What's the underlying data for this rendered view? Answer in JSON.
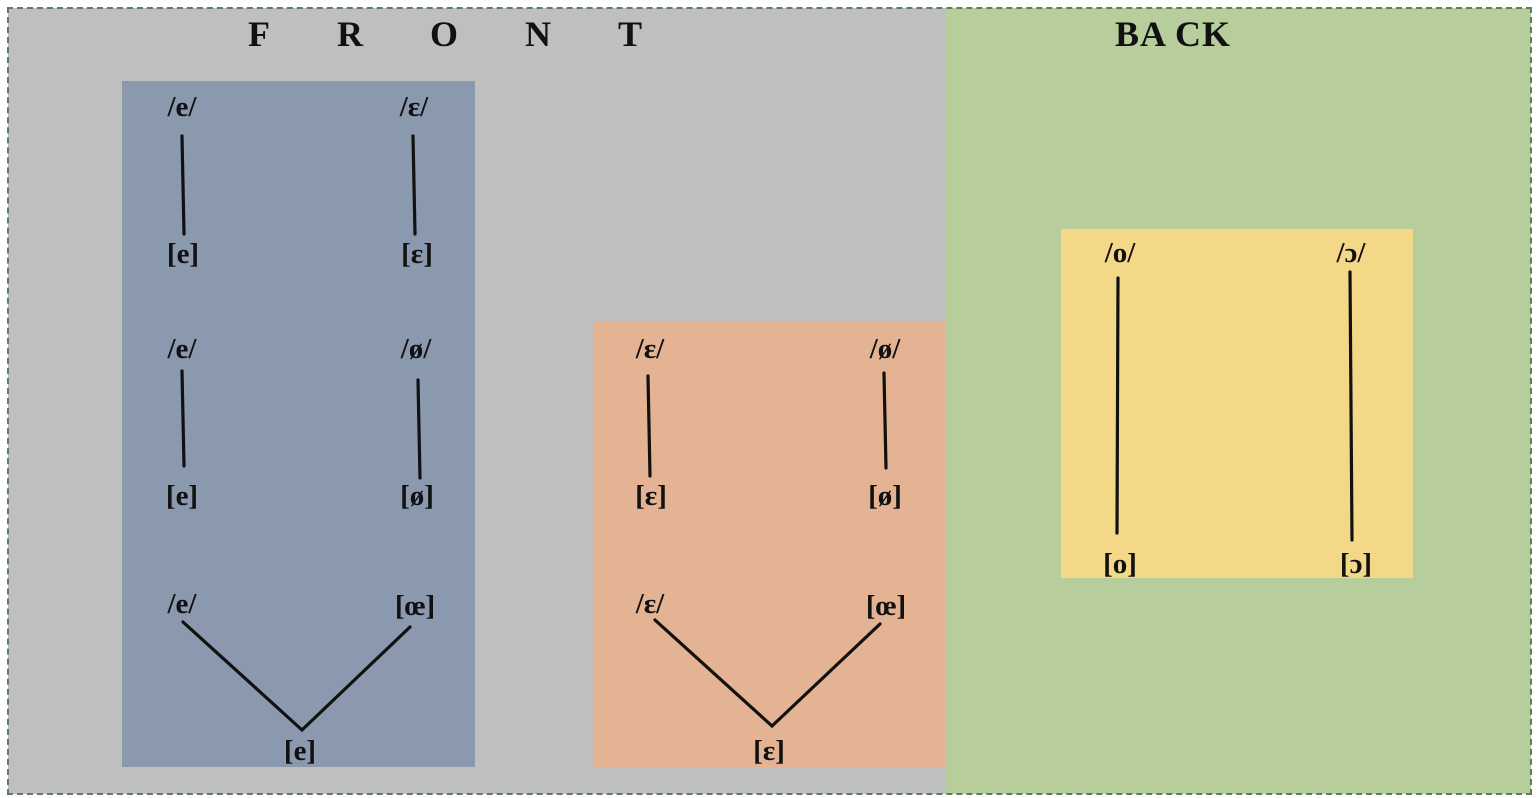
{
  "front": {
    "title": "FRONT",
    "color": "#bfbfbf"
  },
  "back": {
    "title": "BA CK",
    "color": "#b7cd9b"
  },
  "boxes": {
    "blue": "#8a99ad",
    "orange": "#e3b393",
    "yellow": "#f3d888"
  },
  "blue_box": {
    "pair1": {
      "top_left": "/e/",
      "top_right": "/ɛ/",
      "bottom_left": "[e]",
      "bottom_right": "[ɛ]"
    },
    "pair2": {
      "top_left": "/e/",
      "top_right": "/ø/",
      "bottom_left": "[e]",
      "bottom_right": "[ø]"
    },
    "merge": {
      "left": "/e/",
      "right": "[œ]",
      "result": "[e]"
    }
  },
  "orange_box": {
    "pair": {
      "top_left": "/ɛ/",
      "top_right": "/ø/",
      "bottom_left": "[ɛ]",
      "bottom_right": "[ø]"
    },
    "merge": {
      "left": "/ɛ/",
      "right": "[œ]",
      "result": "[ɛ]"
    }
  },
  "yellow_box": {
    "pair": {
      "top_left": "/o/",
      "top_right": "/ɔ/",
      "bottom_left": "[o]",
      "bottom_right": "[ɔ]"
    }
  }
}
